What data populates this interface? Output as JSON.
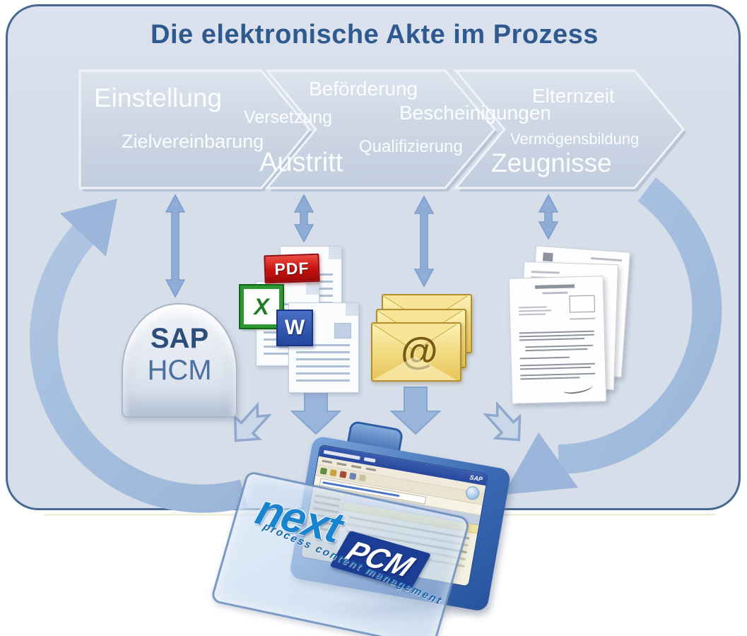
{
  "title": "Die elektronische Akte im Prozess",
  "phases": [
    {
      "label": "Einstellung"
    },
    {
      "label": "Versetzung"
    },
    {
      "label": "Zielvereinbarung"
    },
    {
      "label": "Austritt"
    },
    {
      "label": "Beförderung"
    },
    {
      "label": "Qualifizierung"
    },
    {
      "label": "Bescheinigungen"
    },
    {
      "label": "Elternzeit"
    },
    {
      "label": "Vermögensbildung"
    },
    {
      "label": "Zeugnisse"
    }
  ],
  "sources": {
    "sap_system": {
      "line1": "SAP",
      "line2": "HCM"
    },
    "documents": {
      "pdf_label": "PDF",
      "excel_glyph": "X",
      "word_glyph": "W"
    },
    "email": {
      "at_glyph": "@"
    }
  },
  "target_folder": {
    "brand_next": "next",
    "brand_pcm": "PCM",
    "brand_tagline": "process content management",
    "browser_sap_label": "SAP"
  },
  "colors": {
    "panel_fill": "#d6deea",
    "panel_border": "#49688f",
    "title_text": "#2e5a8f",
    "chevron_fill": "#ccd6e4",
    "arrow_blue": "#8facd6",
    "arc_blue": "#a6bfdf",
    "pdf_red": "#c6120f",
    "excel_green": "#2c9733",
    "word_blue": "#23459e",
    "envelope_gold": "#f3dd85",
    "logo_next_blue": "#1b84ce",
    "logo_pcm_navy": "#1c3d94"
  }
}
